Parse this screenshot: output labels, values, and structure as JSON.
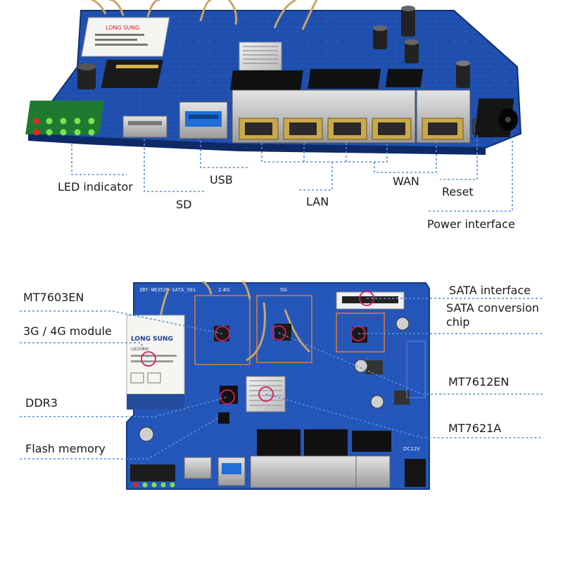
{
  "top_diagram": {
    "labels": {
      "led": "LED indicator",
      "sd": "SD",
      "usb": "USB",
      "lan": "LAN",
      "wan": "WAN",
      "reset": "Reset",
      "power": "Power interface"
    }
  },
  "bottom_diagram": {
    "labels": {
      "mt7603en": "MT7603EN",
      "module": "3G / 4G module",
      "ddr3": "DDR3",
      "flash": "Flash memory",
      "sata_interface": "SATA interface",
      "sata_chip": "SATA conversion chip",
      "mt7612en": "MT7612EN",
      "mt7621a": "MT7621A"
    },
    "board_silkscreen": {
      "model": "ZBT-WE3526-SATA_V01",
      "band_24": "2.4G",
      "band_5": "5G",
      "power_silk": "DC12V"
    },
    "module_sticker": {
      "brand": "LONG SUNG",
      "model": "U8300W"
    }
  },
  "colors": {
    "pcb": "#1f4fae",
    "pcb_dark": "#143a86",
    "leader": "#5a8fd8",
    "marker": "#d81b60",
    "port_metal": "#b5b5b5",
    "port_brass": "#c9a94a"
  },
  "icons": [
    "led-icon",
    "sd-slot-icon",
    "usb-port-icon",
    "ethernet-port-icon",
    "reset-button-icon",
    "dc-jack-icon",
    "chip-icon",
    "heatsink-icon",
    "antenna-cable-icon"
  ]
}
